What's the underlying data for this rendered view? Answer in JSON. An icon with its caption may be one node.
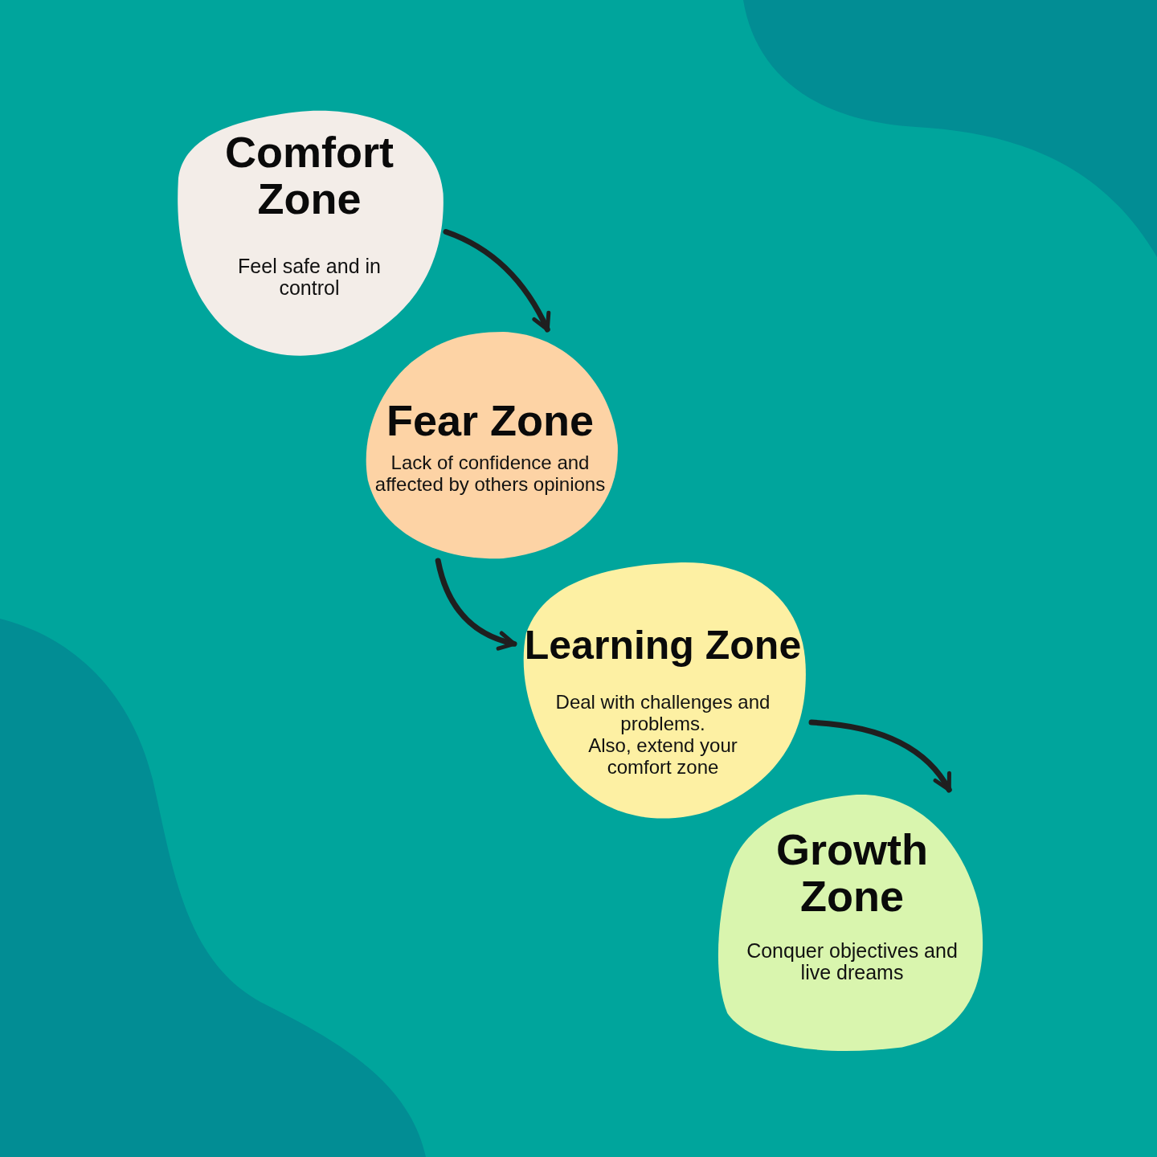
{
  "diagram": {
    "nodes": [
      {
        "text": [
          "Comfort Zone",
          "Feel safe and in control"
        ]
      },
      {
        "text": [
          "Fear Zone",
          "Lack of confidence and affected by others opinions"
        ]
      },
      {
        "text": [
          "Learning Zone",
          "Deal with challenges and problems.",
          "Also, extend your comfort zone"
        ]
      },
      {
        "text": [
          "Growth Zone",
          "Conquer objectives and live dreams"
        ]
      }
    ],
    "edges": [
      {
        "from": 0,
        "to": 1,
        "arrow": "to"
      },
      {
        "from": 1,
        "to": 2,
        "arrow": "to"
      },
      {
        "from": 2,
        "to": 3,
        "arrow": "to"
      }
    ]
  }
}
